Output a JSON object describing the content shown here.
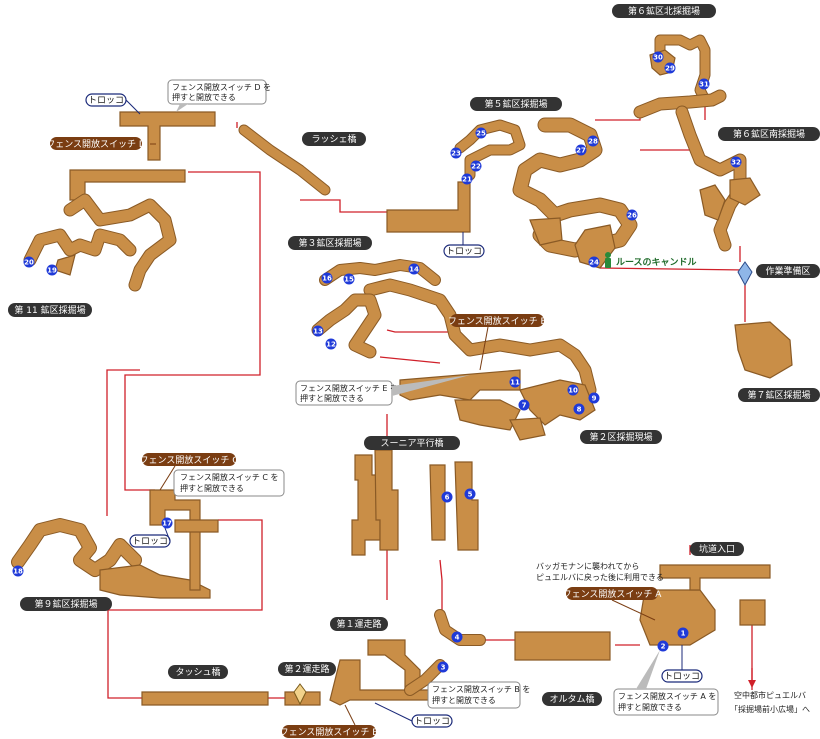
{
  "areas": {
    "area6_north": "第６鉱区北採掘場",
    "area5": "第５鉱区採掘場",
    "area6_south": "第６鉱区南採掘場",
    "rasshe_bridge": "ラッシェ橋",
    "area3": "第３鉱区採掘場",
    "area11": "第 11 鉱区採掘場",
    "prep_area": "作業準備区",
    "area7": "第７鉱区採掘場",
    "area2": "第２区採掘現場",
    "sunia_bridge": "スーニア平行橋",
    "area9": "第９鉱区採掘場",
    "entrance": "坑道入口",
    "road1": "第１運走路",
    "road2": "第２運走路",
    "tasshu_bridge": "タッシュ橋",
    "orutamu_bridge": "オルタム橋"
  },
  "switches": {
    "A": "フェンス開放スイッチ A",
    "B": "フェンス開放スイッチ B",
    "C": "フェンス開放スイッチ C",
    "D": "フェンス開放スイッチ D",
    "E": "フェンス開放スイッチ E"
  },
  "notes": {
    "D": [
      "フェンス開放スイッチ D を",
      "押すと開放できる"
    ],
    "E": [
      "フェンス開放スイッチ E を",
      "押すと開放できる"
    ],
    "C": [
      "フェンス開放スイッチ C を",
      "押すと開放できる"
    ],
    "B": [
      "フェンス開放スイッチ B を",
      "押すと開放できる"
    ],
    "A": [
      "フェンス開放スイッチ A を",
      "押すと開放できる"
    ],
    "baggamonan": [
      "バッガモナンに襲われてから",
      "ピュエルバに戻った後に利用できる"
    ],
    "exit": [
      "空中都市ピュエルバ",
      "「採掘場前小広場」へ"
    ]
  },
  "trolley": "トロッコ",
  "luce_candle": "ルースのキャンドル",
  "markers": [
    "1",
    "2",
    "3",
    "4",
    "5",
    "6",
    "7",
    "8",
    "9",
    "10",
    "11",
    "12",
    "13",
    "14",
    "15",
    "16",
    "17",
    "18",
    "19",
    "20",
    "21",
    "22",
    "23",
    "24",
    "25",
    "26",
    "27",
    "28",
    "29",
    "30",
    "31",
    "32"
  ],
  "colors": {
    "cave_fill": "#c98e47",
    "cave_edge": "#8a5a25",
    "route": "#d0202a",
    "marker": "#1f3ad8",
    "trolley_border": "#1b2a7a",
    "switch_label": "#7a3d12",
    "area_label": "#333333",
    "green": "#1f6b2a"
  },
  "icons": {
    "save_crystal": "crystal-icon",
    "candle": "candle-icon",
    "exit": "exit-arrow-icon"
  }
}
